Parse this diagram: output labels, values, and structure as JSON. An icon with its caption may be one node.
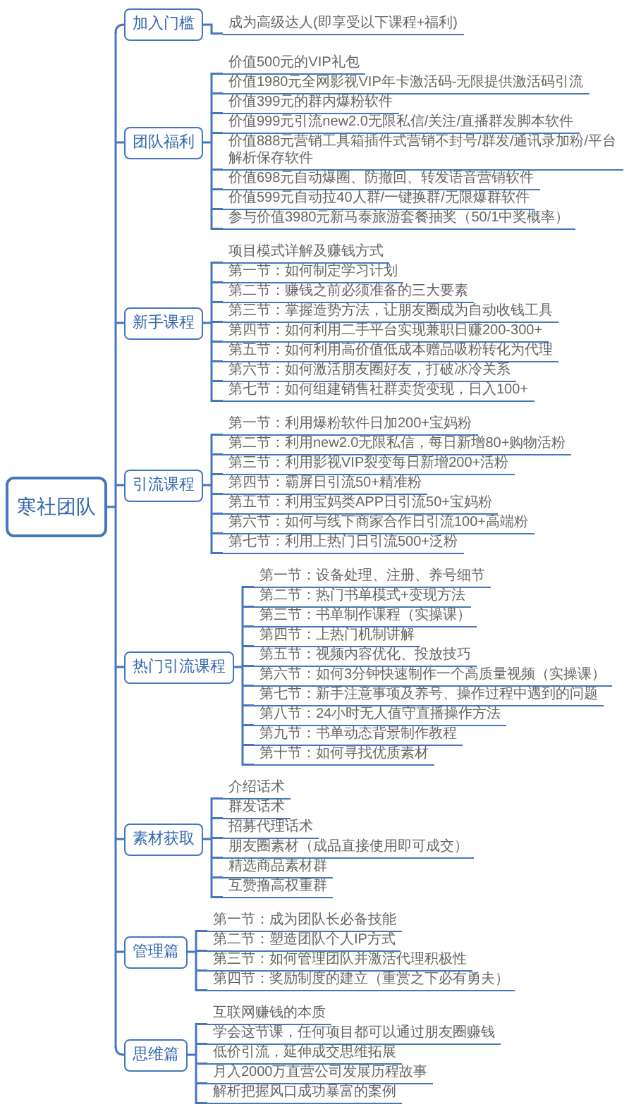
{
  "diagram": {
    "nodes": [
      {
        "text": [
          "寒社团队"
        ]
      },
      {
        "text": [
          "加入门槛"
        ]
      },
      {
        "text": [
          "成为高级达人(即享受以下课程+福利)"
        ]
      },
      {
        "text": [
          "团队福利"
        ]
      },
      {
        "text": [
          "价值500元的VIP礼包"
        ]
      },
      {
        "text": [
          "价值1980元全网影视VIP年卡激活码-无限提供激活码引流"
        ]
      },
      {
        "text": [
          "价值399元的群内爆粉软件"
        ]
      },
      {
        "text": [
          "价值999元引流new2.0无限私信/关注/直播群发脚本软件"
        ]
      },
      {
        "text": [
          "价值888元营销工具箱插件式营销不封号/群发/通讯录加粉/平台解析保存软件"
        ]
      },
      {
        "text": [
          "价值698元自动爆圈、防撤回、转发语音营销软件"
        ]
      },
      {
        "text": [
          "价值599元自动拉40人群/一键换群/无限爆群软件"
        ]
      },
      {
        "text": [
          "参与价值3980元新马泰旅游套餐抽奖（50/1中奖概率）"
        ]
      },
      {
        "text": [
          "新手课程"
        ]
      },
      {
        "text": [
          "项目模式详解及赚钱方式"
        ]
      },
      {
        "text": [
          "第一节：如何制定学习计划"
        ]
      },
      {
        "text": [
          "第二节：赚钱之前必须准备的三大要素"
        ]
      },
      {
        "text": [
          "第三节：掌握造势方法，让朋友圈成为自动收钱工具"
        ]
      },
      {
        "text": [
          "第四节：如何利用二手平台实现兼职日赚200-300+"
        ]
      },
      {
        "text": [
          "第五节：如何利用高价值低成本赠品吸粉转化为代理"
        ]
      },
      {
        "text": [
          "第六节：如何激活朋友圈好友，打破冰冷关系"
        ]
      },
      {
        "text": [
          "第七节：如何组建销售社群卖货变现，日入100+"
        ]
      },
      {
        "text": [
          "引流课程"
        ]
      },
      {
        "text": [
          "第一节：利用爆粉软件日加200+宝妈粉"
        ]
      },
      {
        "text": [
          "第二节：利用new2.0无限私信，每日新增80+购物活粉"
        ]
      },
      {
        "text": [
          "第三节：利用影视VIP裂变每日新增200+活粉"
        ]
      },
      {
        "text": [
          "第四节：霸屏日引流50+精准粉"
        ]
      },
      {
        "text": [
          "第五节：利用宝妈类APP日引流50+宝妈粉"
        ]
      },
      {
        "text": [
          "第六节：如何与线下商家合作日引流100+高端粉"
        ]
      },
      {
        "text": [
          "第七节：利用上热门日引流500+泛粉"
        ]
      },
      {
        "text": [
          "热门引流课程"
        ]
      },
      {
        "text": [
          "第一节：设备处理、注册、养号细节"
        ]
      },
      {
        "text": [
          "第二节：热门书单模式+变现方法"
        ]
      },
      {
        "text": [
          "第三节：书单制作课程（实操课）"
        ]
      },
      {
        "text": [
          "第四节：上热门机制讲解"
        ]
      },
      {
        "text": [
          "第五节：视频内容优化、投放技巧"
        ]
      },
      {
        "text": [
          "第六节：如何3分钟快速制作一个高质量视频（实操课）"
        ]
      },
      {
        "text": [
          "第七节：新手注意事项及养号、操作过程中遇到的问题"
        ]
      },
      {
        "text": [
          "第八节：24小时无人值守直播操作方法"
        ]
      },
      {
        "text": [
          "第九节：书单动态背景制作教程"
        ]
      },
      {
        "text": [
          "第十节：如何寻找优质素材"
        ]
      },
      {
        "text": [
          "素材获取"
        ]
      },
      {
        "text": [
          "介绍话术"
        ]
      },
      {
        "text": [
          "群发话术"
        ]
      },
      {
        "text": [
          "招募代理话术"
        ]
      },
      {
        "text": [
          "朋友圈素材（成品直接使用即可成交）"
        ]
      },
      {
        "text": [
          "精选商品素材群"
        ]
      },
      {
        "text": [
          "互赞撸高权重群"
        ]
      },
      {
        "text": [
          "管理篇"
        ]
      },
      {
        "text": [
          "第一节：成为团队长必备技能"
        ]
      },
      {
        "text": [
          "第二节：塑造团队个人IP方式"
        ]
      },
      {
        "text": [
          "第三节：如何管理团队并激活代理积极性"
        ]
      },
      {
        "text": [
          "第四节：奖励制度的建立（重赏之下必有勇夫）"
        ]
      },
      {
        "text": [
          "思维篇"
        ]
      },
      {
        "text": [
          "互联网赚钱的本质"
        ]
      },
      {
        "text": [
          "学会这节课，任何项目都可以通过朋友圈赚钱"
        ]
      },
      {
        "text": [
          "低价引流，延伸成交思维拓展"
        ]
      },
      {
        "text": [
          "月入2000万直营公司发展历程故事"
        ]
      },
      {
        "text": [
          "解析把握风口成功暴富的案例"
        ]
      }
    ],
    "edges": [
      {
        "from": 0,
        "to": 1,
        "arrow": "none"
      },
      {
        "from": 0,
        "to": 3,
        "arrow": "none"
      },
      {
        "from": 0,
        "to": 12,
        "arrow": "none"
      },
      {
        "from": 0,
        "to": 21,
        "arrow": "none"
      },
      {
        "from": 0,
        "to": 29,
        "arrow": "none"
      },
      {
        "from": 0,
        "to": 40,
        "arrow": "none"
      },
      {
        "from": 0,
        "to": 47,
        "arrow": "none"
      },
      {
        "from": 0,
        "to": 52,
        "arrow": "none"
      },
      {
        "from": 1,
        "to": 2,
        "arrow": "none"
      },
      {
        "from": 3,
        "to": 4,
        "arrow": "none"
      },
      {
        "from": 3,
        "to": 5,
        "arrow": "none"
      },
      {
        "from": 3,
        "to": 6,
        "arrow": "none"
      },
      {
        "from": 3,
        "to": 7,
        "arrow": "none"
      },
      {
        "from": 3,
        "to": 8,
        "arrow": "none"
      },
      {
        "from": 3,
        "to": 9,
        "arrow": "none"
      },
      {
        "from": 3,
        "to": 10,
        "arrow": "none"
      },
      {
        "from": 3,
        "to": 11,
        "arrow": "none"
      },
      {
        "from": 12,
        "to": 13,
        "arrow": "none"
      },
      {
        "from": 12,
        "to": 14,
        "arrow": "none"
      },
      {
        "from": 12,
        "to": 15,
        "arrow": "none"
      },
      {
        "from": 12,
        "to": 16,
        "arrow": "none"
      },
      {
        "from": 12,
        "to": 17,
        "arrow": "none"
      },
      {
        "from": 12,
        "to": 18,
        "arrow": "none"
      },
      {
        "from": 12,
        "to": 19,
        "arrow": "none"
      },
      {
        "from": 12,
        "to": 20,
        "arrow": "none"
      },
      {
        "from": 21,
        "to": 22,
        "arrow": "none"
      },
      {
        "from": 21,
        "to": 23,
        "arrow": "none"
      },
      {
        "from": 21,
        "to": 24,
        "arrow": "none"
      },
      {
        "from": 21,
        "to": 25,
        "arrow": "none"
      },
      {
        "from": 21,
        "to": 26,
        "arrow": "none"
      },
      {
        "from": 21,
        "to": 27,
        "arrow": "none"
      },
      {
        "from": 21,
        "to": 28,
        "arrow": "none"
      },
      {
        "from": 29,
        "to": 30,
        "arrow": "none"
      },
      {
        "from": 29,
        "to": 31,
        "arrow": "none"
      },
      {
        "from": 29,
        "to": 32,
        "arrow": "none"
      },
      {
        "from": 29,
        "to": 33,
        "arrow": "none"
      },
      {
        "from": 29,
        "to": 34,
        "arrow": "none"
      },
      {
        "from": 29,
        "to": 35,
        "arrow": "none"
      },
      {
        "from": 29,
        "to": 36,
        "arrow": "none"
      },
      {
        "from": 29,
        "to": 37,
        "arrow": "none"
      },
      {
        "from": 29,
        "to": 38,
        "arrow": "none"
      },
      {
        "from": 29,
        "to": 39,
        "arrow": "none"
      },
      {
        "from": 40,
        "to": 41,
        "arrow": "none"
      },
      {
        "from": 40,
        "to": 42,
        "arrow": "none"
      },
      {
        "from": 40,
        "to": 43,
        "arrow": "none"
      },
      {
        "from": 40,
        "to": 44,
        "arrow": "none"
      },
      {
        "from": 40,
        "to": 45,
        "arrow": "none"
      },
      {
        "from": 40,
        "to": 46,
        "arrow": "none"
      },
      {
        "from": 47,
        "to": 48,
        "arrow": "none"
      },
      {
        "from": 47,
        "to": 49,
        "arrow": "none"
      },
      {
        "from": 47,
        "to": 50,
        "arrow": "none"
      },
      {
        "from": 47,
        "to": 51,
        "arrow": "none"
      },
      {
        "from": 52,
        "to": 53,
        "arrow": "none"
      },
      {
        "from": 52,
        "to": 54,
        "arrow": "none"
      },
      {
        "from": 52,
        "to": 55,
        "arrow": "none"
      },
      {
        "from": 52,
        "to": 56,
        "arrow": "none"
      },
      {
        "from": 52,
        "to": 57,
        "arrow": "none"
      }
    ]
  }
}
